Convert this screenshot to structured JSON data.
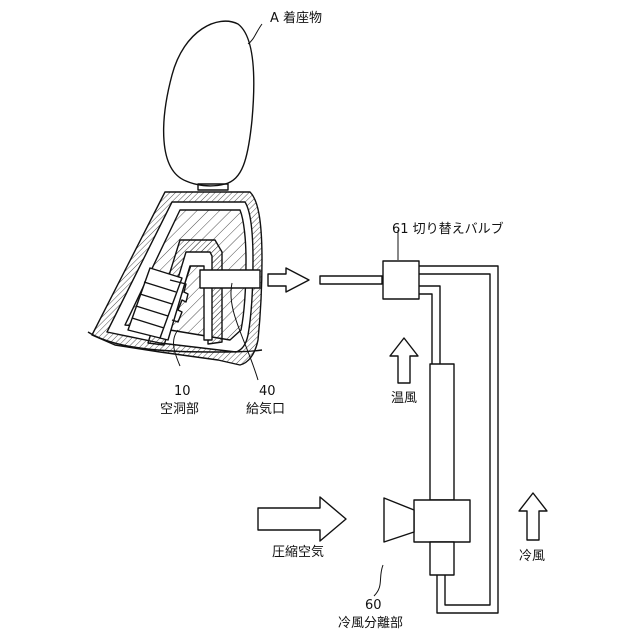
{
  "labels": {
    "seated_object": "A  着座物",
    "switch_valve": "61  切り替えバルブ",
    "hot_air": "温風",
    "cold_air": "冷風",
    "compressed_air": "圧縮空気",
    "cavity_num": "10",
    "cavity_name": "空洞部",
    "air_inlet_num": "40",
    "air_inlet_name": "給気口",
    "separator_num": "60",
    "separator_name": "冷風分離部"
  }
}
